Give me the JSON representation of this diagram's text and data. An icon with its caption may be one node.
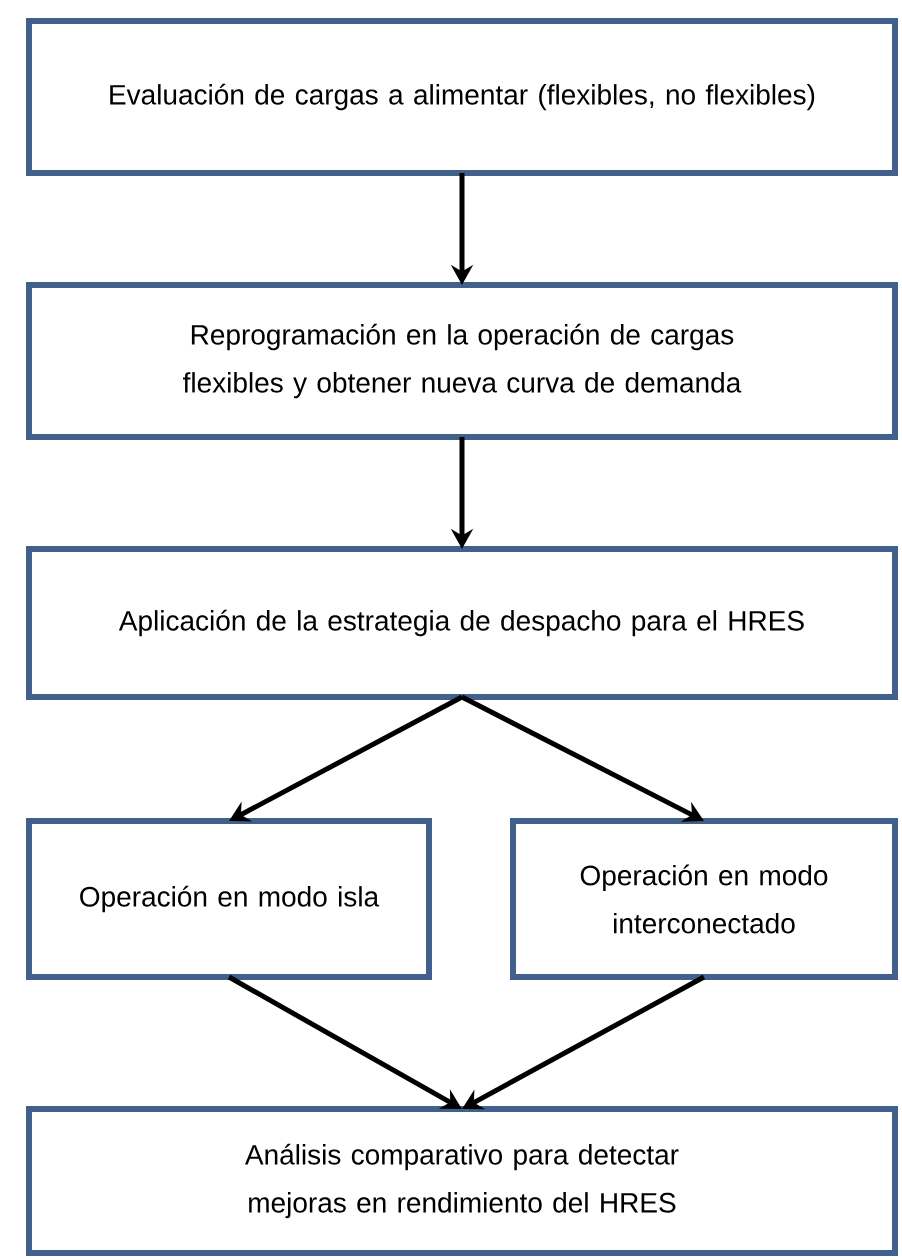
{
  "diagram": {
    "nodes": [
      {
        "text": [
          "Evaluación de cargas a alimentar (flexibles, no flexibles)"
        ]
      },
      {
        "text": [
          "Reprogramación en la operación de cargas flexibles y obtener nueva curva de demanda"
        ]
      },
      {
        "text": [
          "Aplicación de la estrategia de despacho para el HRES"
        ]
      },
      {
        "text": [
          "Operación en modo isla"
        ]
      },
      {
        "text": [
          "Operación en modo interconectado"
        ]
      },
      {
        "text": [
          "Análisis comparativo para detectar mejoras en rendimiento del HRES"
        ]
      }
    ],
    "edges": [
      {
        "from": 0,
        "to": 1,
        "arrow": "to"
      },
      {
        "from": 1,
        "to": 2,
        "arrow": "to"
      },
      {
        "from": 2,
        "to": 3,
        "arrow": "to"
      },
      {
        "from": 2,
        "to": 4,
        "arrow": "to"
      },
      {
        "from": 3,
        "to": 5,
        "arrow": "to"
      },
      {
        "from": 4,
        "to": 5,
        "arrow": "to"
      }
    ]
  }
}
